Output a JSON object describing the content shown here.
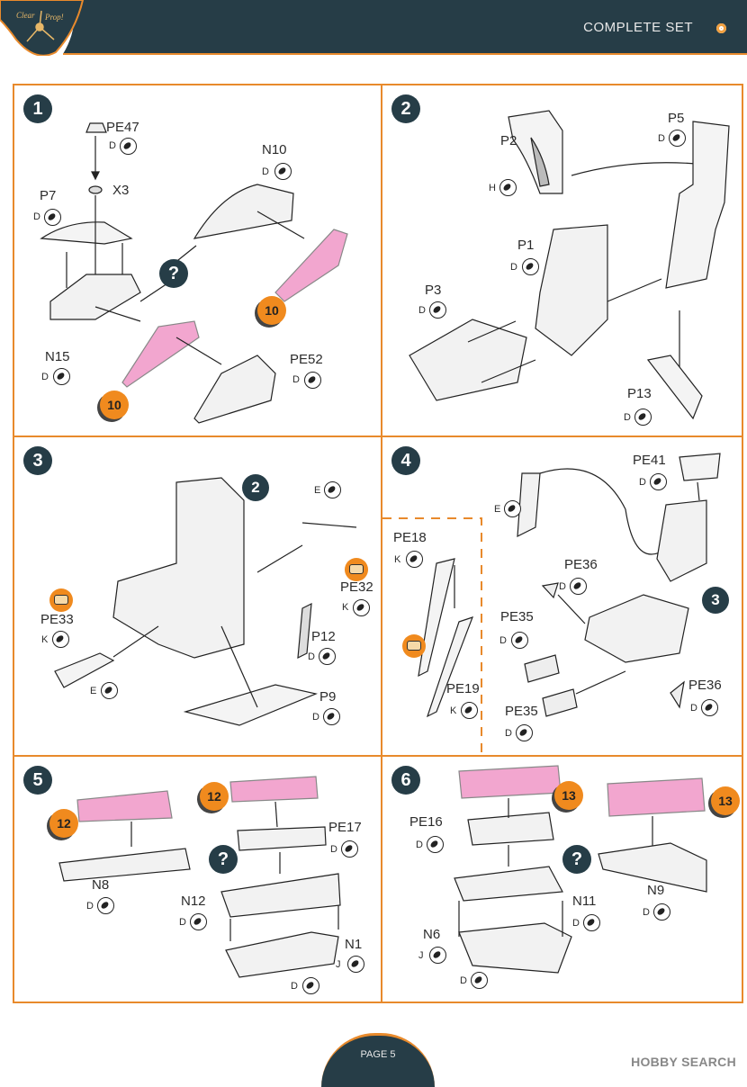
{
  "header": {
    "brand_logo_text": "Clear Prop!",
    "title": "COMPLETE SET"
  },
  "paint_code": "D",
  "steps": [
    {
      "number": "1",
      "parts": [
        "PE47",
        "X3",
        "P7",
        "N10",
        "N15",
        "PE52"
      ],
      "paints": [
        "D",
        "D",
        "D",
        "D",
        "D"
      ],
      "decals": [
        "10",
        "10"
      ],
      "ask": "?"
    },
    {
      "number": "2",
      "parts": [
        "P2",
        "P5",
        "P1",
        "P3",
        "P13"
      ],
      "paints": [
        "H",
        "D",
        "D",
        "D",
        "D"
      ]
    },
    {
      "number": "3",
      "parts": [
        "PE32",
        "PE33",
        "P12",
        "P9"
      ],
      "paints": [
        "E",
        "K",
        "K",
        "E",
        "D",
        "D"
      ],
      "ref": "2"
    },
    {
      "number": "4",
      "parts": [
        "PE41",
        "PE18",
        "PE36",
        "PE35",
        "PE19",
        "PE36",
        "PE35"
      ],
      "paints": [
        "E",
        "D",
        "K",
        "D",
        "D",
        "K",
        "D",
        "D"
      ],
      "ref": "3"
    },
    {
      "number": "5",
      "parts": [
        "PE17",
        "N8",
        "N12",
        "N1"
      ],
      "paints": [
        "D",
        "D",
        "D",
        "J",
        "D"
      ],
      "decals": [
        "12",
        "12"
      ],
      "ask": "?"
    },
    {
      "number": "6",
      "parts": [
        "PE16",
        "N11",
        "N9",
        "N6"
      ],
      "paints": [
        "D",
        "D",
        "D",
        "J",
        "D"
      ],
      "decals": [
        "13",
        "13"
      ],
      "ask": "?"
    }
  ],
  "footer": {
    "page_label": "PAGE 5",
    "watermark": "HOBBY SEARCH"
  },
  "colors": {
    "header_bg": "#263d47",
    "accent": "#e88a2c",
    "pink_decal": "#f2a6cf"
  }
}
